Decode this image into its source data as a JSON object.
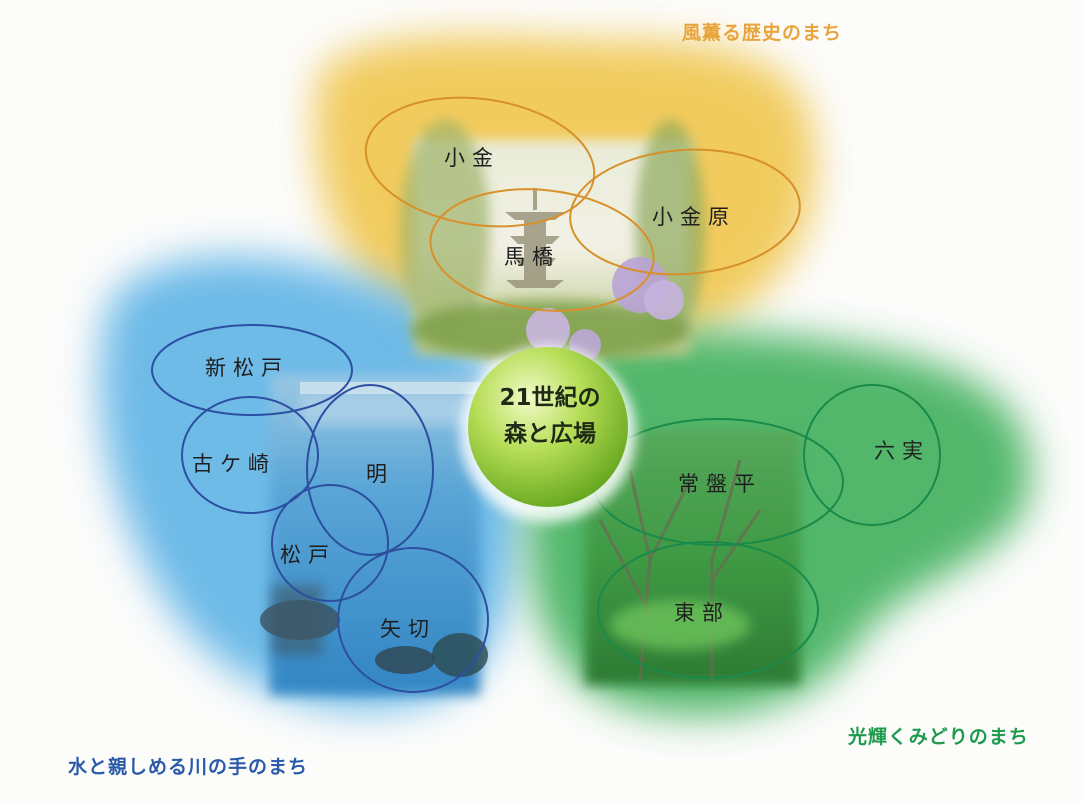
{
  "center": {
    "line1": "21世紀の",
    "line2": "森と広場"
  },
  "zones": {
    "history": {
      "title": "風薫る歴史のまち",
      "color": "#e8a53d",
      "districts": [
        "小金",
        "小金原",
        "馬橋"
      ]
    },
    "water": {
      "title": "水と親しめる川の手のまち",
      "color": "#2a5aa8",
      "districts": [
        "新松戸",
        "古ケ崎",
        "明",
        "松戸",
        "矢切"
      ]
    },
    "green": {
      "title": "光輝くみどりのまち",
      "color": "#1e9a4c",
      "districts": [
        "六実",
        "常盤平",
        "東部"
      ]
    }
  }
}
